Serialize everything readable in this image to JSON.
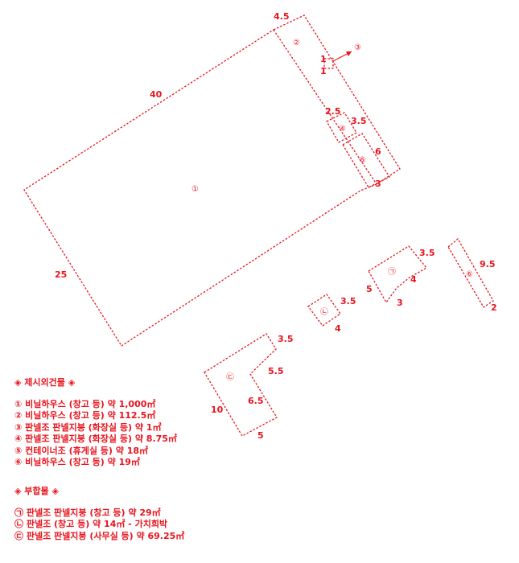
{
  "dimensions": {
    "d40": "40",
    "d25": "25",
    "d4_5": "4.5",
    "d2_5": "2.5",
    "d3_5_top": "3.5",
    "d6": "6",
    "d3_bottom": "3",
    "d1a": "1",
    "d1b": "1",
    "dg_3_5": "3.5",
    "dg_4": "4",
    "dg_5": "5",
    "dg_3": "3",
    "dn_3_5": "3.5",
    "dn_4": "4",
    "d6_9_5": "9.5",
    "d6_2": "2",
    "dc_3_5": "3.5",
    "dc_5_5": "5.5",
    "dc_6_5": "6.5",
    "dc_10": "10",
    "dc_5": "5"
  },
  "markers": {
    "m1": "①",
    "m2": "②",
    "m3": "③",
    "m4": "④",
    "m5": "⑤",
    "m6": "⑥",
    "g": "㉠",
    "n": "㉡",
    "c": "㉢"
  },
  "legend_excluded": {
    "title": "◈ 제시외건물 ◈",
    "items": [
      "① 비닐하우스 (창고 등) 약 1,000㎡",
      "② 비닐하우스 (창고 등) 약 112.5㎡",
      "③ 판넬조 판넬지붕 (화장실 등) 약 1㎡",
      "④ 판넬조 판넬지붕 (화장실 등) 약 8.75㎡",
      "⑤ 컨테이너조 (휴게실 등) 약 18㎡",
      "⑥ 비닐하우스 (창고 등) 약 19㎡"
    ]
  },
  "legend_attached": {
    "title": "◈ 부합물 ◈",
    "items": [
      "㉠ 판넬조 판넬지붕 (창고 등) 약 29㎡",
      "㉡ 판넬조 (창고 등) 약 14㎡ - 가치희박",
      "㉢ 판넬조 판넬지붕 (사무실 등) 약 69.25㎡"
    ]
  }
}
